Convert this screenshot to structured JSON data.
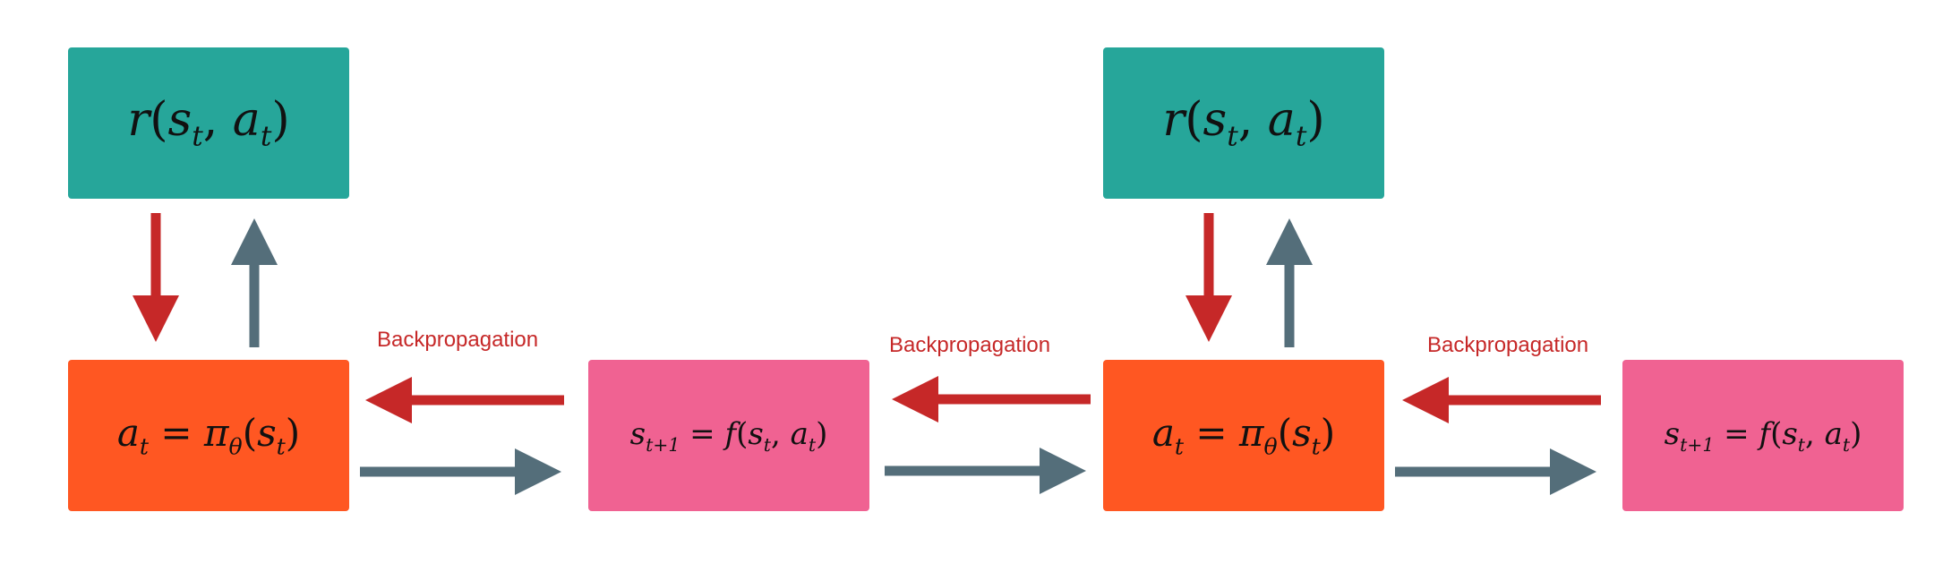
{
  "colors": {
    "reward": "#26a69a",
    "policy": "#ff5722",
    "dynamics": "#f06292",
    "backprop_arrow": "#c62828",
    "forward_arrow": "#546e7a",
    "label": "#c62828"
  },
  "boxes": {
    "reward_1": {
      "f": "r",
      "o": "(",
      "s": "s",
      "sub1": "t",
      "comma": ",",
      "a": "a",
      "sub2": "t",
      "c": ")"
    },
    "reward_2": {
      "f": "r",
      "o": "(",
      "s": "s",
      "sub1": "t",
      "comma": ",",
      "a": "a",
      "sub2": "t",
      "c": ")"
    },
    "policy_1": {
      "a": "a",
      "sub_a": "t",
      "eq": "=",
      "pi": "π",
      "sub_pi": "θ",
      "o": "(",
      "s": "s",
      "sub_s": "t",
      "c": ")"
    },
    "policy_2": {
      "a": "a",
      "sub_a": "t",
      "eq": "=",
      "pi": "π",
      "sub_pi": "θ",
      "o": "(",
      "s": "s",
      "sub_s": "t",
      "c": ")"
    },
    "dynamics_1": {
      "s": "s",
      "sub_next": "t+1",
      "eq": "=",
      "f": "f",
      "o": "(",
      "s2": "s",
      "sub_s": "t",
      "comma": ",",
      "a": "a",
      "sub_a": "t",
      "c": ")"
    },
    "dynamics_2": {
      "s": "s",
      "sub_next": "t+1",
      "eq": "=",
      "f": "f",
      "o": "(",
      "s2": "s",
      "sub_s": "t",
      "comma": ",",
      "a": "a",
      "sub_a": "t",
      "c": ")"
    }
  },
  "labels": {
    "backprop_1": "Backpropagation",
    "backprop_2": "Backpropagation",
    "backprop_3": "Backpropagation"
  }
}
